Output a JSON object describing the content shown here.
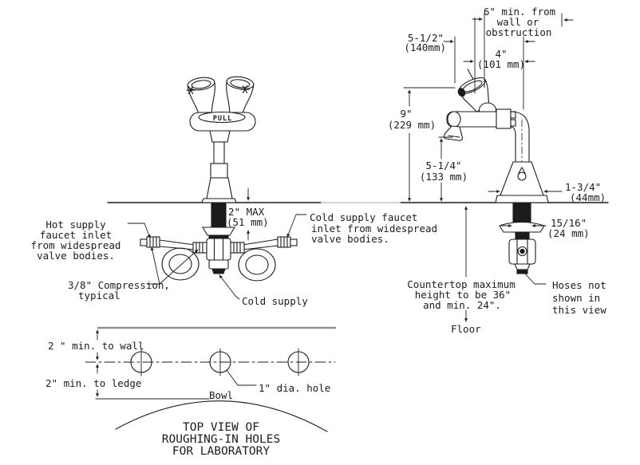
{
  "colors": {
    "line": "#1c1c1c",
    "wall_line": "#8f8f8f",
    "background": "#ffffff"
  },
  "eyewash": {
    "pull_label": "PULL"
  },
  "dimensions": {
    "wall_clearance": [
      "6\" min. from",
      "wall or",
      "obstruction"
    ],
    "head_offset": [
      "5-1/2\"",
      "(140mm)"
    ],
    "head_spacing": [
      "4\"",
      "(101 mm)"
    ],
    "head_height": [
      "9\"",
      "(229 mm)"
    ],
    "spout_height": [
      "5-1/4\"",
      "(133 mm)"
    ],
    "base_width": [
      "1-3/4\"",
      "(44mm)"
    ],
    "shank_width": [
      "15/16\"",
      "(24 mm)"
    ],
    "deck_thickness": [
      "2\" MAX",
      "(51 mm)"
    ]
  },
  "notes": {
    "hot_inlet": [
      "Hot supply",
      "faucet inlet",
      "from widespread",
      "valve bodies."
    ],
    "compression": [
      "3/8\" Compression,",
      "typical"
    ],
    "cold_supply": "Cold supply",
    "cold_inlet": [
      "Cold supply faucet",
      "inlet from widespread",
      "valve bodies."
    ],
    "countertop": [
      "Countertop  maximum",
      "height to be  36\"",
      "and min. 24\"."
    ],
    "floor": "Floor",
    "hoses": [
      "Hoses not",
      "shown in",
      "this view"
    ]
  },
  "top_view": {
    "wall_clearance": "2 \" min. to wall",
    "ledge_clearance": "2\" min. to ledge",
    "bowl": "Bowl",
    "hole": "1\" dia. hole",
    "title": [
      "TOP VIEW OF",
      "ROUGHING-IN HOLES",
      "FOR LABORATORY"
    ]
  }
}
